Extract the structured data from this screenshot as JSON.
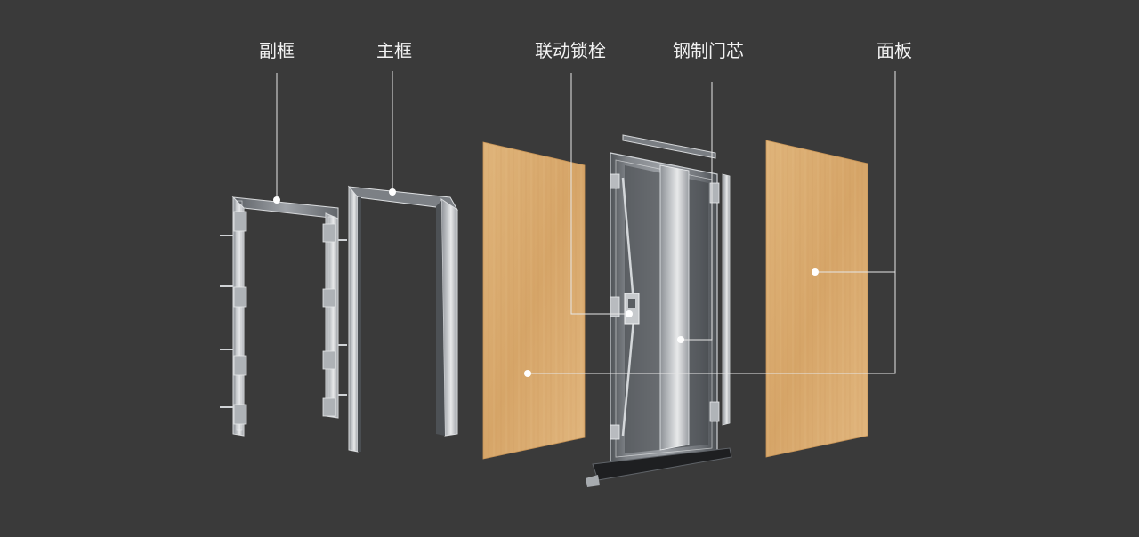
{
  "labels": {
    "sub_frame": "副框",
    "main_frame": "主框",
    "linked_bolt": "联动锁栓",
    "steel_core": "钢制门芯",
    "panel": "面板"
  },
  "colors": {
    "background": "#3a3a3a",
    "leader_line": "#e6e6e6",
    "wood": "#d9a96c",
    "steel": "#b9bcc0"
  }
}
